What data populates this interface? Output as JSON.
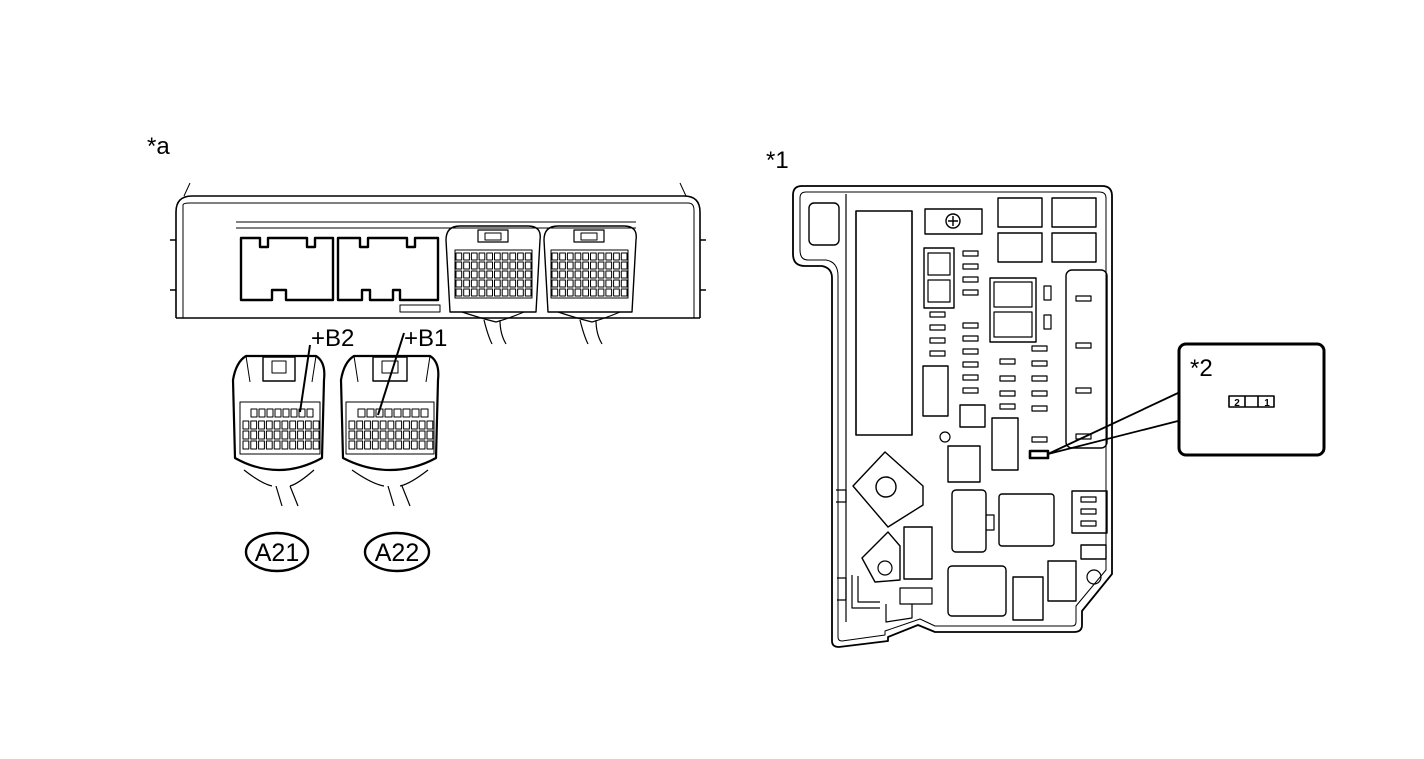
{
  "labels": {
    "ecu_callout": "*a",
    "fuse_block_callout": "*1",
    "fuse_detail_callout": "*2",
    "terminal_b2": "+B2",
    "terminal_b1": "+B1",
    "connector_a21": "A21",
    "connector_a22": "A22",
    "fuse_pin_2": "2",
    "fuse_pin_1": "1"
  }
}
